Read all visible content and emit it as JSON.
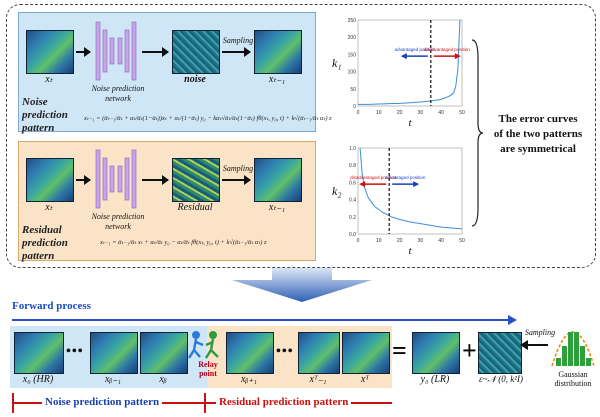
{
  "top": {
    "noise_row": {
      "xt_label": "xₜ",
      "network_label_line1": "Noise prediction",
      "network_label_line2": "network",
      "noise_label": "noise",
      "sampling_label": "Sampling",
      "out_label": "xₜ₋₁",
      "pattern_name_lines": [
        "Noise",
        "prediction",
        "pattern"
      ],
      "formula": "xₜ₋₁ = (ᾱₜ₋₁/ᾱₜ + αₜ/ᾱₜ(1−ᾱₜ))xₜ + αₜ/(1−ᾱₜ) y₀ − kαₜ√ᾱₜ/ᾱₜ(1−ᾱₜ) fθ(xₜ, y₀, t) + k√(ᾱₜ₋₁/ᾱₜ αₜ) z"
    },
    "resid_row": {
      "xt_label": "xₜ",
      "network_label_line1": "Noise prediction",
      "network_label_line2": "network",
      "resid_label": "Residual",
      "sampling_label": "Sampling",
      "out_label": "xₜ₋₁",
      "pattern_name_lines": [
        "Residual",
        "prediction",
        "pattern"
      ],
      "formula": "xₜ₋₁ = ᾱₜ₋₁/ᾱₜ xₜ + αₜ/ᾱₜ y₀ − αₜ/ᾱₜ fθ(xₜ, y₀, t) + k√(ᾱₜ₋₁/ᾱₜ αₜ) z"
    },
    "symmetry_text_lines": [
      "The error curves",
      "of the two patterns",
      "are symmetrical"
    ]
  },
  "chart_data": [
    {
      "type": "line",
      "ylabel": "k₁",
      "xlabel": "t",
      "x": [
        0,
        5,
        10,
        15,
        20,
        25,
        30,
        35,
        40,
        44,
        46,
        47,
        48,
        49
      ],
      "y": [
        5,
        5,
        6,
        7,
        8,
        10,
        12,
        15,
        20,
        30,
        40,
        60,
        110,
        260
      ],
      "xlim": [
        0,
        50
      ],
      "ylim": [
        0,
        260
      ],
      "xticks": [
        "0",
        "10",
        "20",
        "30",
        "40",
        "50"
      ],
      "yticks": [
        "0",
        "50",
        "100",
        "150",
        "200",
        "250"
      ],
      "divider_x": 35,
      "annotations": {
        "left": "advantaged position",
        "right": "disadvantaged position"
      }
    },
    {
      "type": "line",
      "ylabel": "k₂",
      "xlabel": "t",
      "x": [
        1,
        2,
        3,
        5,
        8,
        12,
        16,
        20,
        25,
        30,
        35,
        40,
        45,
        50
      ],
      "y": [
        1.0,
        0.7,
        0.55,
        0.42,
        0.32,
        0.25,
        0.2,
        0.17,
        0.14,
        0.12,
        0.1,
        0.08,
        0.07,
        0.06
      ],
      "xlim": [
        0,
        50
      ],
      "ylim": [
        0,
        1.0
      ],
      "xticks": [
        "0",
        "10",
        "20",
        "30",
        "40",
        "50"
      ],
      "yticks": [
        "0.0",
        "0.2",
        "0.4",
        "0.6",
        "0.8",
        "1.0"
      ],
      "divider_x": 15,
      "annotations": {
        "left": "disadvantaged position",
        "right": "advantaged position"
      }
    }
  ],
  "bottom": {
    "forward_label": "Forward process",
    "x0_label": "x₀ (HR)",
    "xb1_label": "xᵦ₋₁",
    "xb_label": "xᵦ",
    "relay_label_line1": "Relay",
    "relay_label_line2": "point",
    "xb_plus_label": "xᵦ₊₁",
    "xT1_label": "xᵀ₋₁",
    "xT_label": "xᵀ",
    "y0_label": "y₀ (LR)",
    "eps_label": "ε~𝒩 (0, k²I)",
    "sampling_label": "Sampling",
    "gauss_line1": "Gaussian",
    "gauss_line2": "distribution",
    "noise_pattern": "Noise prediction pattern",
    "resid_pattern": "Residual prediction pattern",
    "dots": "•••",
    "equals": "=",
    "plus": "+"
  }
}
